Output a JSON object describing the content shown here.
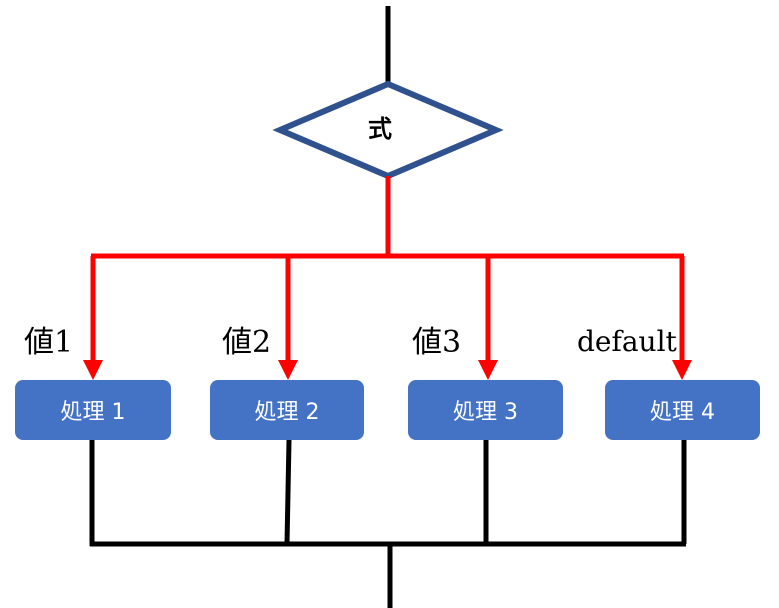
{
  "decision": {
    "label": "式"
  },
  "cases": [
    {
      "value_label": "値1",
      "process_label": "処理 1"
    },
    {
      "value_label": "値2",
      "process_label": "処理 2"
    },
    {
      "value_label": "値3",
      "process_label": "処理 3"
    },
    {
      "value_label": "default",
      "process_label": "処理 4"
    }
  ],
  "colors": {
    "branch_lines": "#FF0000",
    "flow_lines": "#000000",
    "decision_border": "#2F528F",
    "process_fill": "#4472C4",
    "process_text": "#FFFFFF"
  }
}
